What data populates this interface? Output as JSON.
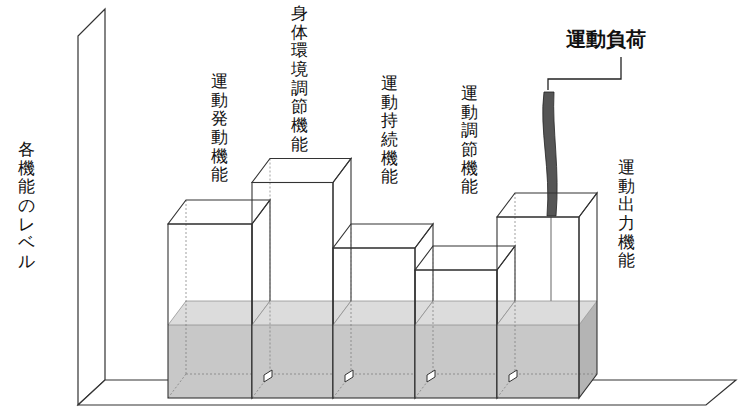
{
  "diagram": {
    "nodes": [
      {
        "text": [
          "運動発動機能"
        ]
      },
      {
        "text": [
          "身体環境調節機能"
        ]
      },
      {
        "text": [
          "運動持続機能"
        ]
      },
      {
        "text": [
          "運動調節機能"
        ]
      },
      {
        "text": [
          "運動出力機能"
        ]
      }
    ],
    "labels": [
      "各機能のレベル",
      "運動負荷"
    ]
  }
}
